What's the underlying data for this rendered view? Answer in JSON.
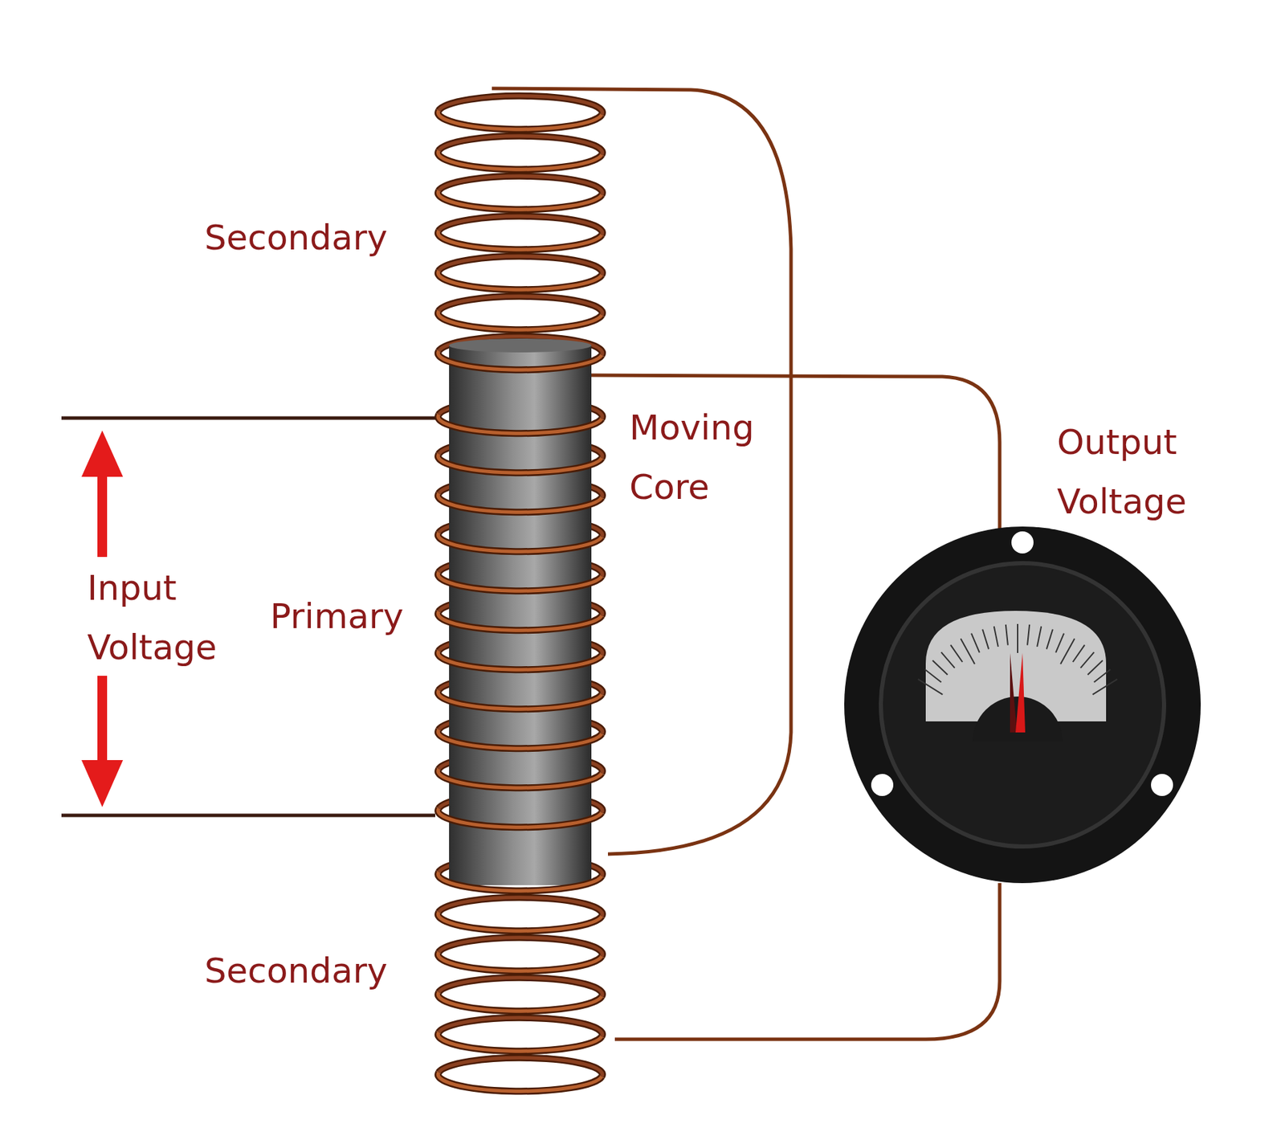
{
  "diagram": {
    "labels": [
      "Secondary",
      "Moving Core",
      "Output Voltage",
      "Input Voltage",
      "Primary",
      "Secondary"
    ]
  }
}
